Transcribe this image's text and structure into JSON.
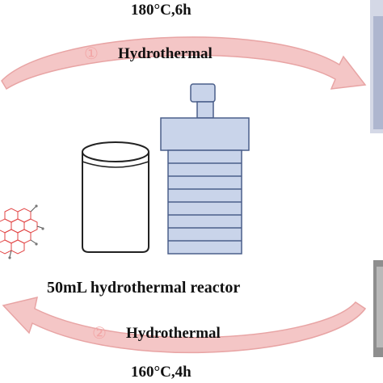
{
  "top": {
    "condition": "180°C,6h",
    "step_number": "①",
    "process": "Hydrothermal"
  },
  "bottom": {
    "condition": "160°C,4h",
    "step_number": "②",
    "process": "Hydrothermal"
  },
  "reactor": {
    "title": "50mL hydrothermal reactor"
  },
  "colors": {
    "arrow_fill": "#f4c6c6",
    "arrow_stroke": "#e8a4a4",
    "jar_fill": "#c9d4ea",
    "jar_stroke": "#4a5e8a",
    "liner_stroke": "#222222",
    "molecule": "#e24444"
  },
  "icons": {
    "molecule": "graphene-oxide-structure-icon",
    "liner": "ptfe-liner-icon",
    "jacket": "steel-jacket-icon"
  }
}
